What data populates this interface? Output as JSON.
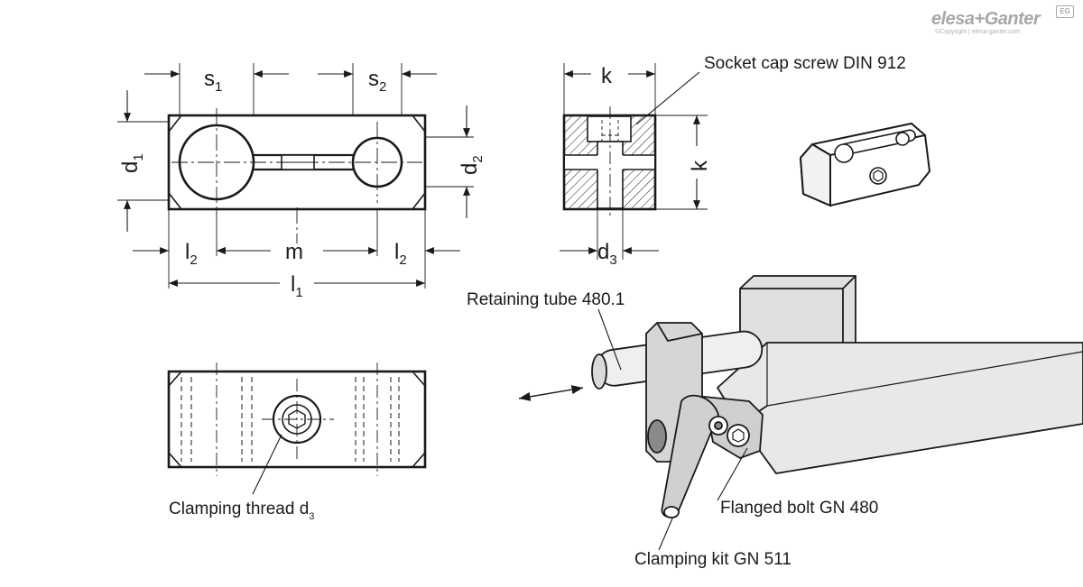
{
  "logo": {
    "brand": "elesa+Ganter",
    "copyright": "©Copyright | elesa-ganter.com",
    "badge": "EG"
  },
  "dimensions": {
    "s1": {
      "base": "s",
      "sub": "1"
    },
    "s2": {
      "base": "s",
      "sub": "2"
    },
    "d1": {
      "base": "d",
      "sub": "1"
    },
    "d2": {
      "base": "d",
      "sub": "2"
    },
    "l2_left": {
      "base": "l",
      "sub": "2"
    },
    "m": "m",
    "l2_right": {
      "base": "l",
      "sub": "2"
    },
    "l1": {
      "base": "l",
      "sub": "1"
    },
    "k_top": "k",
    "k_side": "k",
    "d3": {
      "base": "d",
      "sub": "3"
    }
  },
  "callouts": {
    "socket_cap_screw": "Socket cap screw DIN 912",
    "retaining_tube": "Retaining tube 480.1",
    "clamping_thread": {
      "base": "Clamping thread d",
      "sub": "3"
    },
    "flanged_bolt": "Flanged bolt GN 480",
    "clamping_kit": "Clamping kit GN 511"
  }
}
